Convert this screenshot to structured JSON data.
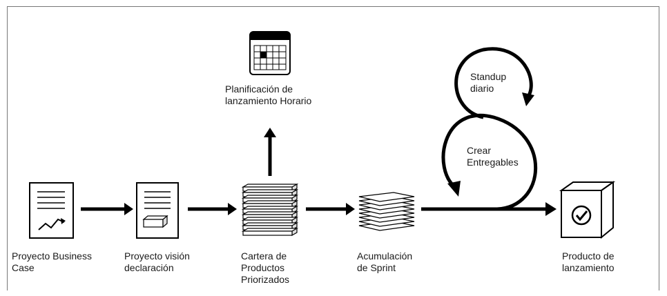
{
  "nodes": {
    "business_case": {
      "label": "Proyecto Business\nCase",
      "icon": "document-chart-icon"
    },
    "vision": {
      "label": "Proyecto visión\ndeclaración",
      "icon": "document-box-icon"
    },
    "backlog": {
      "label": "Cartera de\nProductos\nPriorizados",
      "icon": "stacked-layers-icon"
    },
    "release_plan": {
      "label": "Planificación de\nlanzamiento Horario",
      "icon": "calendar-icon"
    },
    "sprint": {
      "label": "Acumulación\nde Sprint",
      "icon": "stacked-sheets-icon"
    },
    "standup": {
      "label": "Standup\ndiario",
      "icon": "loop-arrow-icon"
    },
    "deliverables": {
      "label": "Crear\nEntregables",
      "icon": "loop-arrow-icon"
    },
    "product": {
      "label": "Producto de\nlanzamiento",
      "icon": "checked-box-icon"
    }
  },
  "colors": {
    "ink": "#000000",
    "paper": "#ffffff",
    "shade": "#dddddd"
  }
}
